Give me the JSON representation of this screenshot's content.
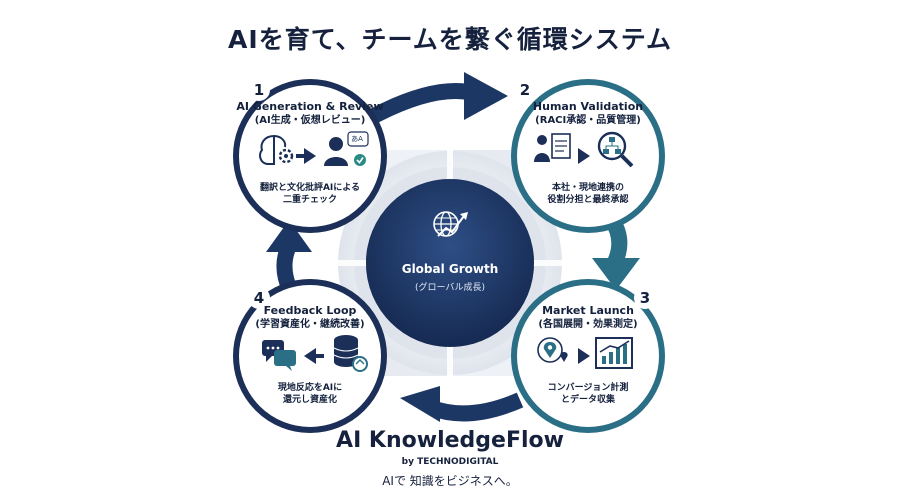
{
  "title": "AIを育て、チームを繋ぐ循環システム",
  "center": {
    "title": "Global Growth",
    "subtitle": "(グローバル成長)"
  },
  "steps": [
    {
      "number": "1",
      "title": "AI Generation & Review",
      "subtitle": "(AI生成・仮想レビュー)",
      "desc1": "翻訳と文化批評AIによる",
      "desc2": "二重チェック"
    },
    {
      "number": "2",
      "title": "Human Validation",
      "subtitle": "(RACI承認・品質管理)",
      "desc1": "本社・現地連携の",
      "desc2": "役割分担と最終承認"
    },
    {
      "number": "3",
      "title": "Market Launch",
      "subtitle": "(各国展開・効果測定)",
      "desc1": "コンバージョン計測",
      "desc2": "とデータ収集"
    },
    {
      "number": "4",
      "title": "Feedback Loop",
      "subtitle": "(学習資産化・継続改善)",
      "desc1": "現地反応をAIに",
      "desc2": "還元し資産化"
    }
  ],
  "badge_text": "あA",
  "brand": {
    "name": "AI KnowledgeFlow",
    "by": "by TECHNODIGITAL",
    "tagline": "AIで 知識をビジネスへ。"
  },
  "colors": {
    "navy": "#1c2f58",
    "teal": "#2a6f86",
    "dark": "#14213d",
    "light": "#e9edf3"
  },
  "icons": [
    "brain-gear-icon",
    "translation-person-icon",
    "reviewer-document-icon",
    "hierarchy-search-icon",
    "location-pins-icon",
    "growth-chart-icon",
    "chat-bubbles-icon",
    "database-sync-icon",
    "globe-arrow-icon"
  ]
}
